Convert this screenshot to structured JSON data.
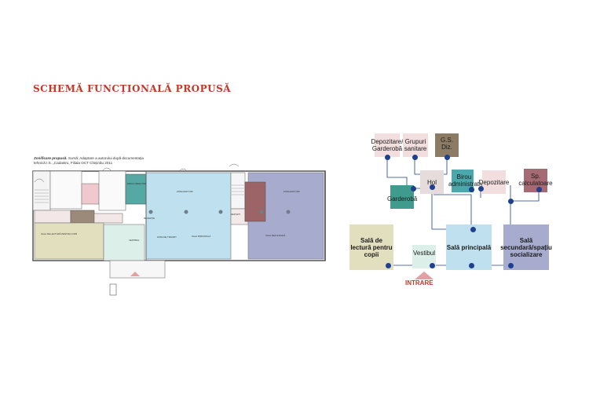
{
  "title": "SCHEMĂ FUNCȚIONALĂ PROPUSĂ",
  "caption": {
    "lead": "Zonificare propusă.",
    "text": "Sursă: Adaptare a autorului după documentația tehnică I.S. „Cadastru, Filiala OCT Chișinău 2011"
  },
  "plan_labels": {
    "zona_rafturi_1": "ZONA RAFTURI",
    "zona_rafturi_2": "ZONA RAFTURI",
    "receptie": "RECEPȚIE",
    "zona_tranzit": "ZONA DE TRANZIT",
    "sala_principala": "SALA PRINCIPALĂ",
    "sala_secundara": "SALA SECUNDARĂ",
    "sala_lectura": "SALA DE LECTURĂ PENTRU COPII",
    "vestibul": "VESTIBUL",
    "birou": "BIROU DIRECTOR",
    "depozit": "DEPOZIT"
  },
  "diagram": {
    "nodes": {
      "depozitare_garderoba": "Depozitare/ Garderobă",
      "grupuri_sanitare": "Grupuri sanitare",
      "gs_diz": "G.S. Diz.",
      "hol": "Hol",
      "birou_administrativ": "Birou administrativ",
      "depozitare": "Depozitare",
      "sp_calculatoare": "Sp. calculatoare",
      "garderoba": "Garderobă",
      "sala_lectura_copii": "Sală de lectură pentru copii",
      "vestibul": "Vestibul",
      "sala_principala": "Sală principală",
      "sala_secundara": "Sală secundară/spațiu socializare"
    },
    "entrance_label": "INTRARE"
  },
  "colors": {
    "title": "#c0392b",
    "connector": "#1f3f8f",
    "sala_principala": "#bfe0ee",
    "sala_secundara": "#a7accf",
    "sala_lectura": "#e2dfbe",
    "vestibul": "#dcefe9",
    "garderoba": "#3f9b8d",
    "gs_diz": "#8c7b65",
    "birou_administrativ": "#4aa7ab",
    "sp_calculatoare": "#a56a72",
    "pink": "#f2dede",
    "entrance": "#e2a0a0"
  }
}
